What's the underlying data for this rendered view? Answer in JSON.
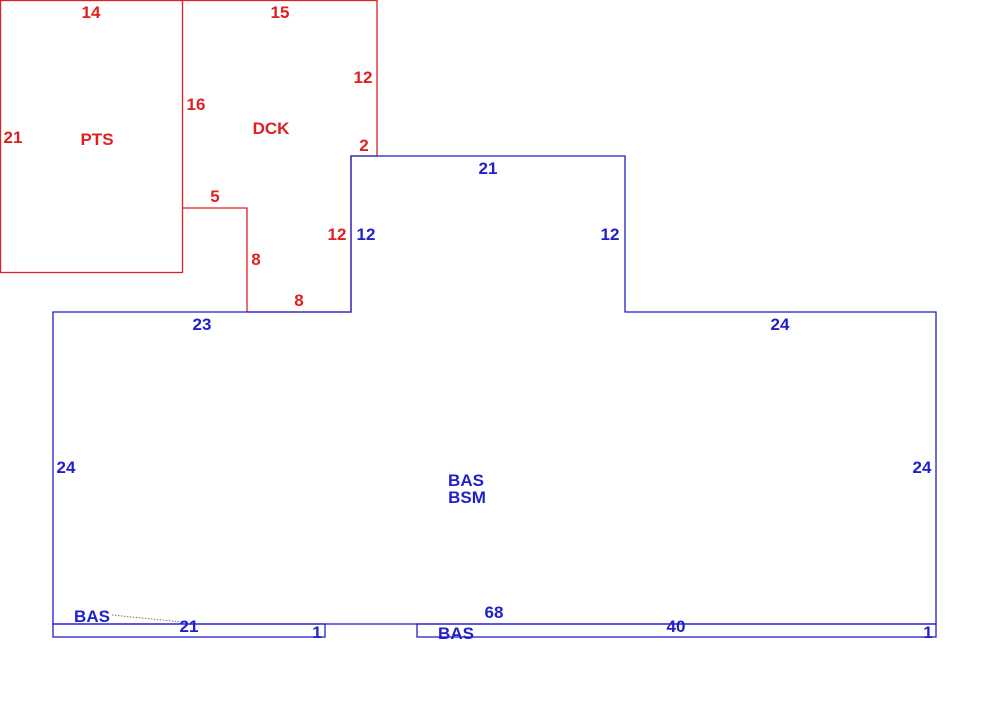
{
  "colors": {
    "deck_outline": "#e02020",
    "house_outline": "#1f1fcc",
    "background": "#ffffff",
    "leader_line": "#777777"
  },
  "areas": {
    "pts": "PTS",
    "dck": "DCK",
    "bas_main": "BAS",
    "bsm_main": "BSM",
    "bas_left": "BAS",
    "bas_right": "BAS"
  },
  "dimensions": {
    "pts_top": "14",
    "pts_left": "21",
    "dck_top": "15",
    "dck_right_upper": "12",
    "dck_left": "16",
    "dck_step": "2",
    "dck_notch_top": "5",
    "dck_notch_left": "8",
    "dck_bottom": "8",
    "dck_right_lower": "12",
    "bas_bump_left": "12",
    "bas_bump_top": "21",
    "bas_bump_right": "12",
    "bas_top_left": "23",
    "bas_top_right": "24",
    "bas_left": "24",
    "bas_right": "24",
    "bas_bottom": "68",
    "strip_left_length": "21",
    "strip_left_end": "1",
    "strip_right_length": "40",
    "strip_right_end": "1"
  }
}
